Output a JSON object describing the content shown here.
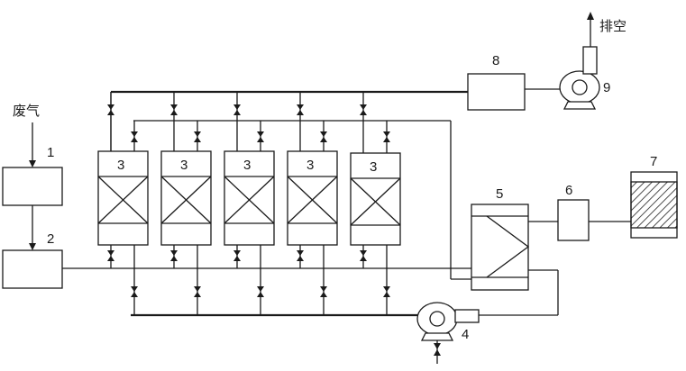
{
  "labels": {
    "inlet": "废气",
    "outlet": "排空",
    "n1": "1",
    "n2": "2",
    "n3": "3",
    "n4": "4",
    "n5": "5",
    "n6": "6",
    "n7": "7",
    "n8": "8",
    "n9": "9"
  },
  "adsorber_count": 5
}
